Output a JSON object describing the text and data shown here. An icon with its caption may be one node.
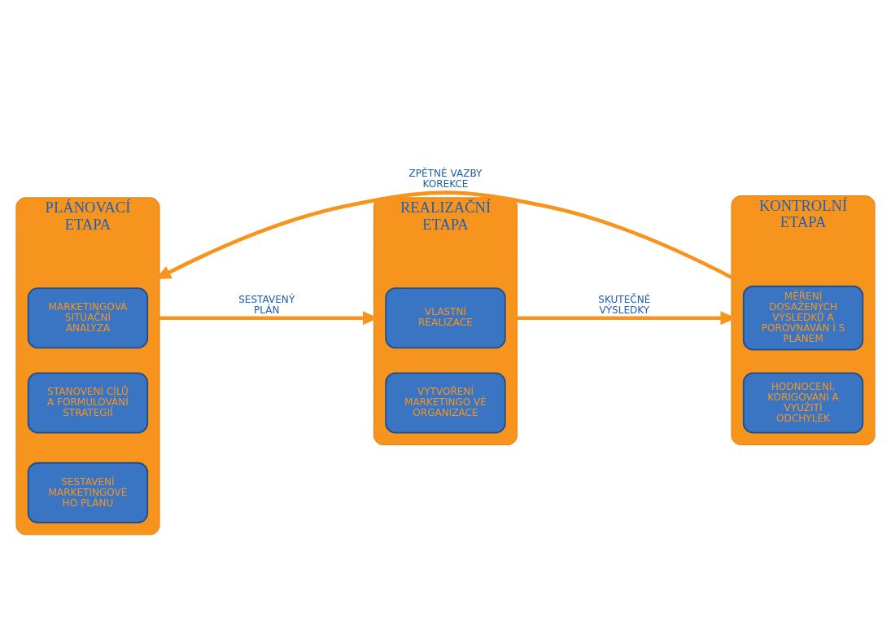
{
  "diagram": {
    "nodes": [
      {
        "text": [
          "PLÁNOVACÍ ETAPA"
        ]
      },
      {
        "text": [
          "MARKETINGOVÁ SITUAČNÍ ANALÝZA"
        ],
        "in": 0
      },
      {
        "text": [
          "STANOVENÍ CÍLŮ A FORMULOVÁNÍ STRATEGIÍ"
        ],
        "in": 0
      },
      {
        "text": [
          "SESTAVENÍ MARKETINGOVÉ HO PLÁNU"
        ],
        "in": 0
      },
      {
        "text": [
          "REALIZAČNÍ ETAPA"
        ]
      },
      {
        "text": [
          "VLASTNÍ REALIZACE"
        ],
        "in": 4
      },
      {
        "text": [
          "VYTVOŘENÍ MARKETINGO VÉ ORGANIZACE"
        ],
        "in": 4
      },
      {
        "text": [
          "KONTROLNÍ ETAPA"
        ]
      },
      {
        "text": [
          "MĚŘENÍ DOSAŽENÝCH VÝSLEDKŮ A POROVNÁVÁN Í S PLÁNEM"
        ],
        "in": 7
      },
      {
        "text": [
          "HODNOCENÍ, KORIGOVÁNÍ A VYUŽITÍ ODCHYLEK"
        ],
        "in": 7
      }
    ],
    "edges": [
      {
        "from": 0,
        "to": 4,
        "arrow": "to",
        "label": "SESTAVENÝ PLÁN"
      },
      {
        "from": 4,
        "to": 7,
        "arrow": "to",
        "label": "SKUTEČNÉ VÝSLEDKY"
      },
      {
        "from": 7,
        "to": 0,
        "arrow": "to",
        "label": "ZPĚTNÉ VAZBY KOREKCE"
      }
    ]
  }
}
